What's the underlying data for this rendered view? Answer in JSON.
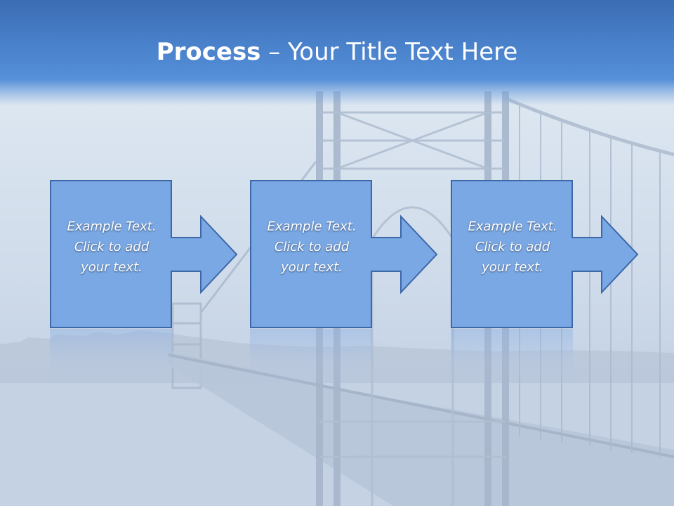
{
  "slide": {
    "title_bold": "Process",
    "title_rest": " – Your Title Text Here"
  },
  "steps": [
    {
      "line1": "Example Text.",
      "line2": "Click  to add",
      "line3": "your text."
    },
    {
      "line1": "Example Text.",
      "line2": "Click  to add",
      "line3": "your text."
    },
    {
      "line1": "Example Text.",
      "line2": "Click  to add",
      "line3": "your text."
    }
  ],
  "colors": {
    "title_band": "#4a82cc",
    "box_fill": "#7aa8e4",
    "box_stroke": "#3c68a8",
    "text": "#ffffff"
  }
}
